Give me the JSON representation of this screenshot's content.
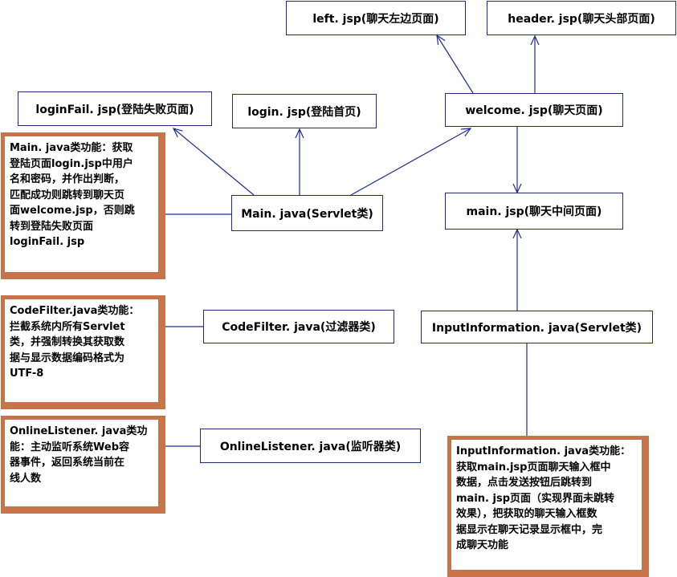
{
  "nodes": {
    "left_jsp": "left. jsp(聊天左边页面)",
    "header_jsp": "header. jsp(聊天头部页面)",
    "loginfail_jsp": "loginFail. jsp(登陆失败页面)",
    "login_jsp": "login. jsp(登陆首页)",
    "welcome_jsp": "welcome. jsp(聊天页面)",
    "main_java": "Main. java(Servlet类)",
    "main_jsp": "main. jsp(聊天中间页面)",
    "codefilter_java": "CodeFilter. java(过滤器类)",
    "inputinfo_java": "InputInformation. java(Servlet类)",
    "onlinelistener_java": "OnlineListener. java(监听器类)"
  },
  "notes": {
    "main": [
      "Main. java类功能：获取",
      "登陆页面login.jsp中用户",
      "名和密码，并作出判断，",
      "匹配成功则跳转到聊天页",
      "面welcome.jsp，否则跳",
      "转到登陆失败页面",
      "loginFail. jsp"
    ],
    "codefilter": [
      "CodeFilter.java类功能：",
      "拦截系统内所有Servlet",
      "类，并强制转换其获取数",
      "据与显示数据编码格式为",
      "UTF-8"
    ],
    "onlinelistener": [
      "OnlineListener. java类功",
      "能：主动监听系统Web容",
      "器事件，返回系统当前在",
      "线人数"
    ],
    "inputinfo": [
      "InputInformation. java类功能：",
      "获取main.jsp页面聊天输入框中",
      "数据，点击发送按钮后跳转到",
      "main. jsp页面（实现界面未跳转",
      "效果），把获取的聊天输入框数",
      "据显示在聊天记录显示框中，完",
      "成聊天功能"
    ]
  },
  "colors": {
    "box_border": "#1f2a7a",
    "connector": "#1f2a9a",
    "note_shadow": "#c8744a"
  }
}
